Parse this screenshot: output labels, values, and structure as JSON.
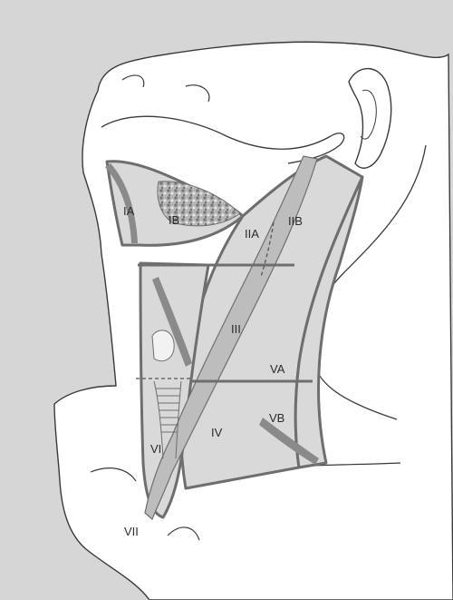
{
  "colors": {
    "background": "#d6d6d6",
    "skin": "#ffffff",
    "region_fill": "#d9d9d9",
    "boundary": "#6e6e6e",
    "muscle": "#8a8a8a",
    "gland_texture": "#a8a8a8",
    "outline": "#3a3a3a"
  },
  "labels": {
    "IA": "IA",
    "IB": "IB",
    "IIA": "IIA",
    "IIB": "IIB",
    "III": "III",
    "VA": "VA",
    "IV": "IV",
    "VB": "VB",
    "VI": "VI",
    "VII": "VII"
  }
}
